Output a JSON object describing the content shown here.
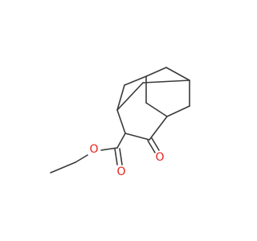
{
  "diagram": {
    "colors": {
      "bond": "#3a3a3a",
      "oxygen": "#e8211a",
      "background": "#ffffff"
    },
    "atoms": {
      "ester_oxygen": "O",
      "carbonyl_oxygen_ester": "O",
      "ketone_oxygen": "O"
    }
  }
}
